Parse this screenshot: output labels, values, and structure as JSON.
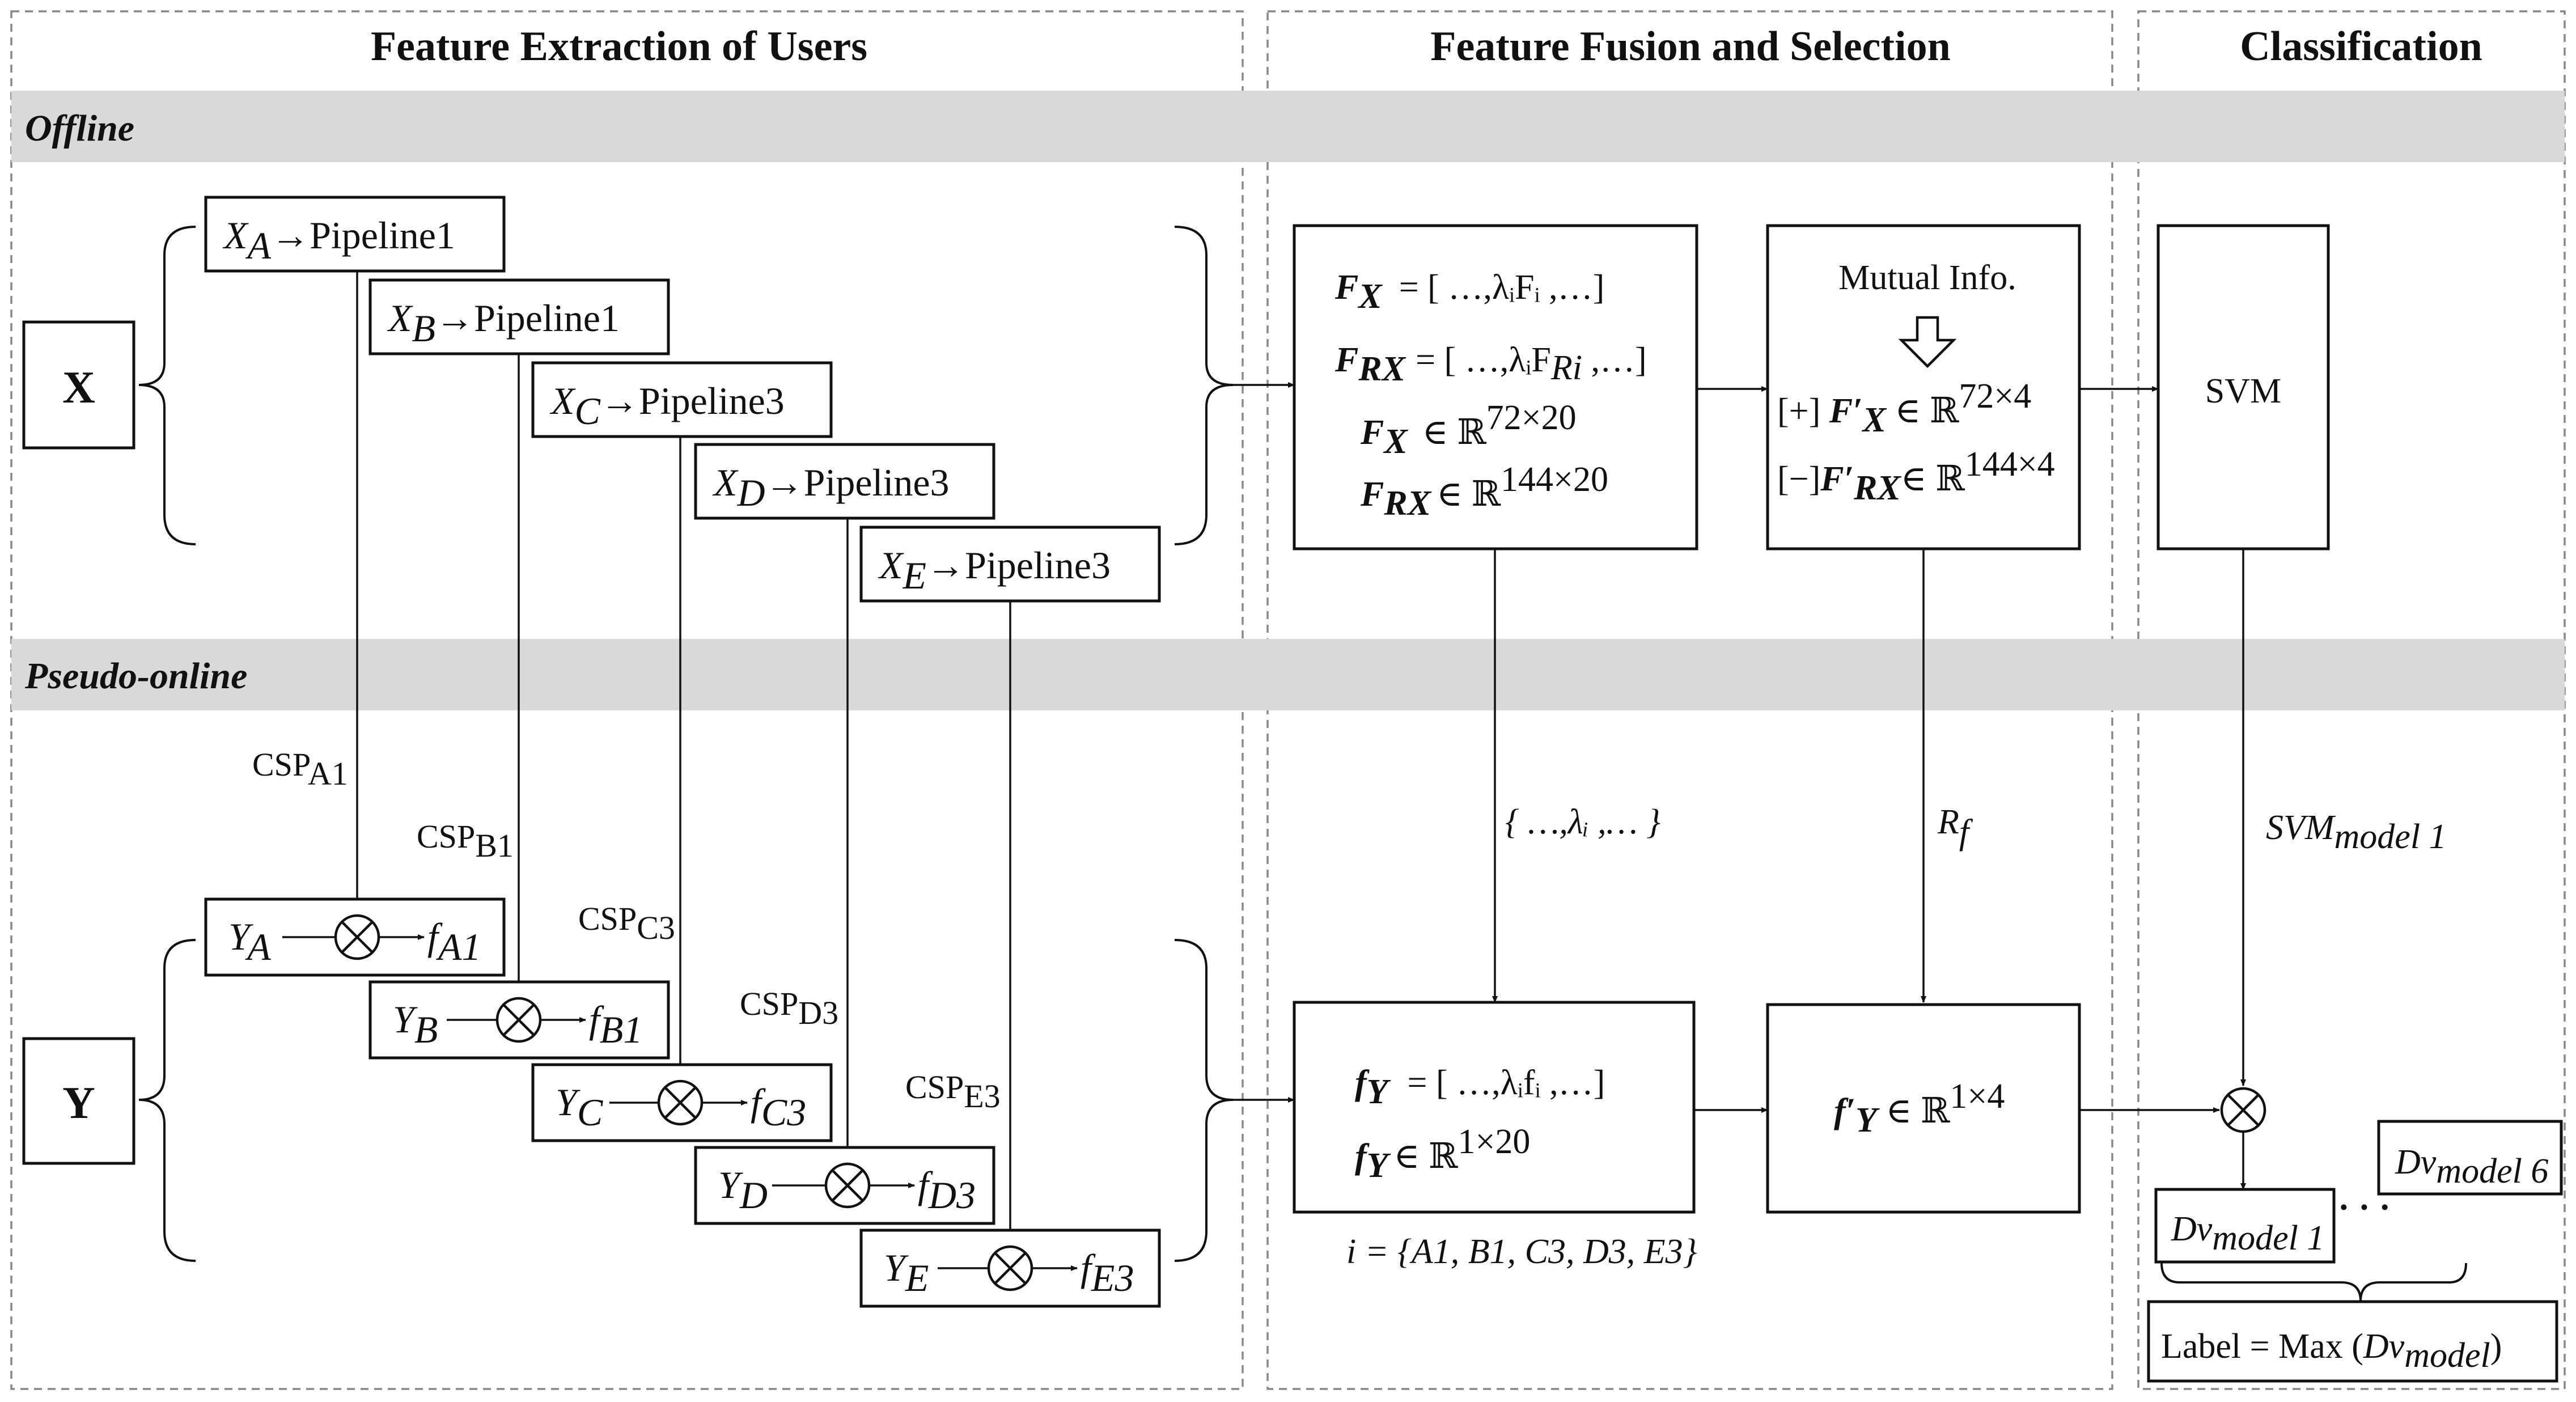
{
  "sections": {
    "extraction": "Feature Extraction of Users",
    "fusion": "Feature Fusion and Selection",
    "classification": "Classification"
  },
  "bands": {
    "offline": "Offline",
    "pseudo_online": "Pseudo-online"
  },
  "inputs": {
    "x": "X",
    "y": "Y"
  },
  "pipelines": [
    {
      "var": "X",
      "sub": "A",
      "label": "→Pipeline1"
    },
    {
      "var": "X",
      "sub": "B",
      "label": "→Pipeline1"
    },
    {
      "var": "X",
      "sub": "C",
      "label": "→Pipeline3"
    },
    {
      "var": "X",
      "sub": "D",
      "label": "→Pipeline3"
    },
    {
      "var": "X",
      "sub": "E",
      "label": "→Pipeline3"
    }
  ],
  "csp": [
    {
      "base": "CSP",
      "sub": "A1"
    },
    {
      "base": "CSP",
      "sub": "B1"
    },
    {
      "base": "CSP",
      "sub": "C3"
    },
    {
      "base": "CSP",
      "sub": "D3"
    },
    {
      "base": "CSP",
      "sub": "E3"
    }
  ],
  "online_rows": [
    {
      "y": "Y",
      "ysub": "A",
      "op": "⊗",
      "f": "f",
      "fsub": "A1"
    },
    {
      "y": "Y",
      "ysub": "B",
      "op": "⊗",
      "f": "f",
      "fsub": "B1"
    },
    {
      "y": "Y",
      "ysub": "C",
      "op": "⊗",
      "f": "f",
      "fsub": "C3"
    },
    {
      "y": "Y",
      "ysub": "D",
      "op": "⊗",
      "f": "f",
      "fsub": "D3"
    },
    {
      "y": "Y",
      "ysub": "E",
      "op": "⊗",
      "f": "f",
      "fsub": "E3"
    }
  ],
  "fusion_offline": {
    "l1_left": "F",
    "l1_sub": "X",
    "l1_right": "= [ …,λᵢFᵢ ,…]",
    "l2_left": "F",
    "l2_sub": "RX",
    "l2_right": "= [ …,λᵢF",
    "l2_sub2": "Ri",
    "l2_end": " ,…]",
    "l3_left": "F",
    "l3_sub": "X",
    "l3_right": "∈ ℝ",
    "l3_sup": "72×20",
    "l4_left": "F",
    "l4_sub": "RX",
    "l4_right": "∈ ℝ",
    "l4_sup": "144×20"
  },
  "selection_offline": {
    "title": "Mutual  Info.",
    "arrow": "⇩",
    "l1_pre": "[+] ",
    "l1_f": "F′",
    "l1_sub": "X",
    "l1_right": " ∈ ℝ",
    "l1_sup": "72×4",
    "l2_pre": "[−]",
    "l2_f": "F′",
    "l2_sub": "RX",
    "l2_right": "∈ ℝ",
    "l2_sup": "144×4"
  },
  "fusion_online": {
    "l1_f": "f",
    "l1_sub": "Y",
    "l1_right": "= [ …,λᵢfᵢ ,…]",
    "l2_f": "f",
    "l2_sub": "Y",
    "l2_right": "∈ ℝ",
    "l2_sup": "1×20",
    "index": "i = {A1, B1, C3, D3, E3}"
  },
  "selection_online": {
    "f": "f′",
    "sub": "Y",
    "right": " ∈ ℝ",
    "sup": "1×4"
  },
  "links": {
    "lambda": "{ …,λᵢ ,… }",
    "rf": "R",
    "rf_sub": "f",
    "svm_model": "SVM",
    "svm_model_sub": "model 1"
  },
  "classifier": {
    "svm": "SVM",
    "multiply": "⊗",
    "dv1": "Dv",
    "dv1_sub": "model 1",
    "dv6": "Dv",
    "dv6_sub": "model 6",
    "dots": "·  ·  ·",
    "label_pre": "Label = Max (",
    "label_dv": "Dv",
    "label_sub": "model",
    "label_post": ")"
  }
}
